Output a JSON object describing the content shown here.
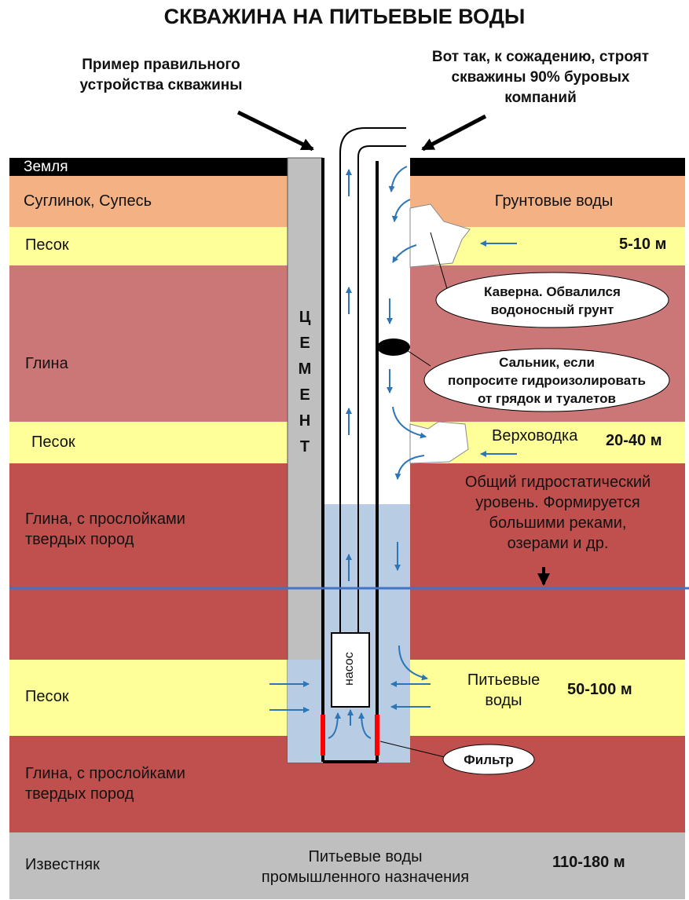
{
  "title": "СКВАЖИНА НА ПИТЬЕВЫЕ ВОДЫ",
  "captions": {
    "left": [
      "Пример правильного",
      "устройства скважины"
    ],
    "right": [
      "Вот так, к сожадению, строят",
      "скважины 90% буровых",
      "компаний"
    ]
  },
  "layers": {
    "zemlya": "Земля",
    "suglinok": "Суглинок, Супесь",
    "pesok1": "Песок",
    "glina1": "Глина",
    "pesok2": "Песок",
    "glina2": [
      "Глина, с прослойками",
      "твердых пород"
    ],
    "pesok3": "Песок",
    "glina3": [
      "Глина, с прослойками",
      "твердых пород"
    ],
    "izvestnyak": "Известняк"
  },
  "right_labels": {
    "gruntovye": "Грунтовые воды",
    "verkhovodka": "Верховодка",
    "hydrostatic": [
      "Общий гидростатический",
      "уровень. Формируется",
      "большими реками,",
      "озерами и др."
    ],
    "pitevye": [
      "Питьевые",
      "воды"
    ],
    "industrial": [
      "Питьевые воды",
      "промышленного назначения"
    ]
  },
  "depths": {
    "d1": "5-10 м",
    "d2": "20-40 м",
    "d3": "50-100 м",
    "d4": "110-180 м"
  },
  "callouts": {
    "caverna": [
      "Каверна. Обвалился",
      "водоносный грунт"
    ],
    "salnik": [
      "Сальник, если",
      "попросите гидроизолировать",
      "от грядок и туалетов"
    ],
    "filter": "Фильтр"
  },
  "cement": [
    "Ц",
    "Е",
    "М",
    "Е",
    "Н",
    "Т"
  ],
  "pump": "насос",
  "colors": {
    "surface": "#000000",
    "loam": "#f4b183",
    "sand": "#ffff99",
    "clay": "#cc7777",
    "clay_hard": "#c0504d",
    "limestone": "#bfbfbf",
    "cement": "#bfbfbf",
    "water": "#b8cce4",
    "arrows": "#2e75b6",
    "filter": "#ff0000",
    "water_level_line": "#4472c4"
  }
}
